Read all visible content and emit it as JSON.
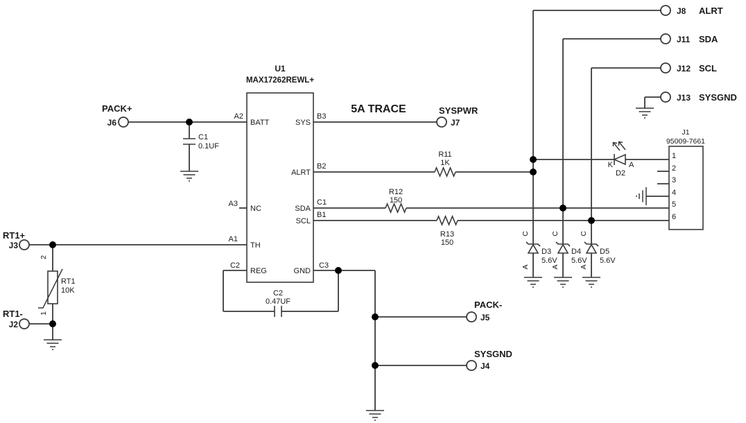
{
  "chip": {
    "ref": "U1",
    "part": "MAX17262REWL+",
    "pins": {
      "batt": {
        "des": "A2",
        "label": "BATT"
      },
      "sys": {
        "des": "B3",
        "label": "SYS"
      },
      "alrt": {
        "des": "B2",
        "label": "ALRT"
      },
      "nc": {
        "des": "A3",
        "label": "NC"
      },
      "sda": {
        "des": "C1",
        "label": "SDA"
      },
      "scl": {
        "des": "B1",
        "label": "SCL"
      },
      "th": {
        "des": "A1",
        "label": "TH"
      },
      "reg": {
        "des": "C2",
        "label": "REG"
      },
      "gnd": {
        "des": "C3",
        "label": "GND"
      }
    }
  },
  "j1": {
    "ref": "J1",
    "part": "95009-7661",
    "pins": [
      "1",
      "2",
      "3",
      "4",
      "5",
      "6"
    ]
  },
  "terminals": {
    "j6": {
      "ref": "J6",
      "net": "PACK+"
    },
    "j3": {
      "ref": "J3",
      "net": "RT1+"
    },
    "j2": {
      "ref": "J2",
      "net": "RT1-"
    },
    "j7": {
      "ref": "J7",
      "net": "SYSPWR"
    },
    "j5": {
      "ref": "J5",
      "net": "PACK-"
    },
    "j4": {
      "ref": "J4",
      "net": "SYSGND"
    },
    "j8": {
      "ref": "J8",
      "net": "ALRT"
    },
    "j11": {
      "ref": "J11",
      "net": "SDA"
    },
    "j12": {
      "ref": "J12",
      "net": "SCL"
    },
    "j13": {
      "ref": "J13",
      "net": "SYSGND"
    }
  },
  "resistors": {
    "r11": {
      "ref": "R11",
      "value": "1K"
    },
    "r12": {
      "ref": "R12",
      "value": "150"
    },
    "r13": {
      "ref": "R13",
      "value": "150"
    }
  },
  "capacitors": {
    "c1": {
      "ref": "C1",
      "value": "0.1UF"
    },
    "c2": {
      "ref": "C2",
      "value": "0.47UF"
    }
  },
  "thermistor": {
    "ref": "RT1",
    "value": "10K",
    "pin_top": "2",
    "pin_bottom": "1"
  },
  "diodes": {
    "d2": {
      "ref": "D2",
      "cathode": "K",
      "anode": "A"
    },
    "d3": {
      "ref": "D3",
      "value": "5.6V",
      "cathode": "C",
      "anode": "A"
    },
    "d4": {
      "ref": "D4",
      "value": "5.6V",
      "cathode": "C",
      "anode": "A"
    },
    "d5": {
      "ref": "D5",
      "value": "5.6V",
      "cathode": "C",
      "anode": "A"
    }
  },
  "annotations": {
    "trace": "5A TRACE"
  },
  "colors": {
    "wire": "#3a3a3a",
    "text": "#1a1a1a",
    "background": "#ffffff"
  }
}
